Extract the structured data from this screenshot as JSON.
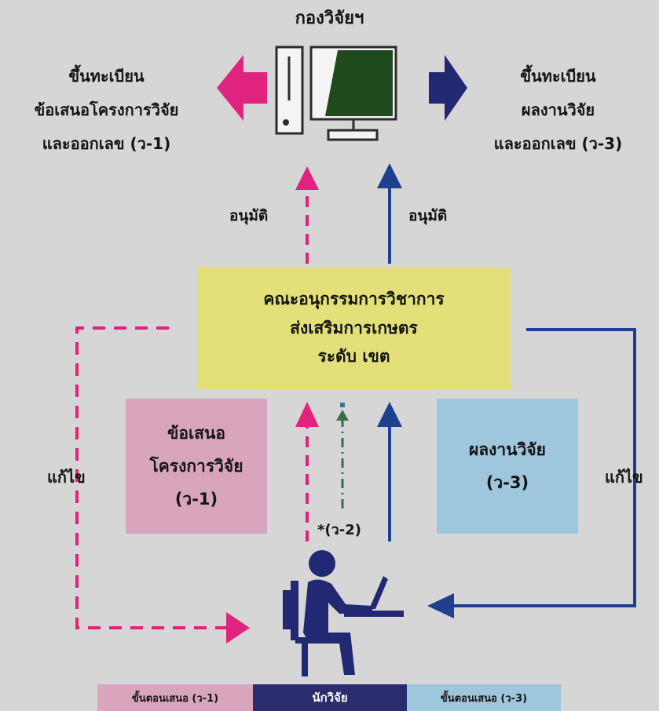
{
  "header": {
    "title": "กองวิจัยฯ"
  },
  "left_register": {
    "line1": "ขึ้นทะเบียน",
    "line2": "ข้อเสนอโครงการวิจัย",
    "line3": "และออกเลข (ว-1)"
  },
  "right_register": {
    "line1": "ขึ้นทะเบียน",
    "line2": "ผลงานวิจัย",
    "line3": "และออกเลข (ว-3)"
  },
  "approve_left": "อนุมัติ",
  "approve_right": "อนุมัติ",
  "committee": {
    "line1": "คณะอนุกรรมการวิชาการ",
    "line2": "ส่งเสริมการเกษตร",
    "line3": "ระดับ เขต"
  },
  "proposal_box": {
    "line1": "ข้อเสนอ",
    "line2": "โครงการวิจัย",
    "line3": "(ว-1)"
  },
  "result_box": {
    "line1": "ผลงานวิจัย",
    "line2": "(ว-3)"
  },
  "edit_left": "แก้ไข",
  "edit_right": "แก้ไข",
  "v2_note": "*(ว-2)",
  "legend": {
    "pink": "ขั้นตอนเสนอ (ว-1)",
    "navy": "นักวิจัย",
    "blue": "ขั้นตอนเสนอ (ว-3)"
  },
  "colors": {
    "magenta": "#e0237f",
    "navy": "#232873",
    "green": "#3a6b4a",
    "blue_line": "#1f3f8f",
    "committee_bg": "#e3e07a",
    "pink_bg": "#d9a5bd",
    "blue_bg": "#9ec6dc"
  },
  "icons": [
    "computer-icon",
    "researcher-icon"
  ]
}
